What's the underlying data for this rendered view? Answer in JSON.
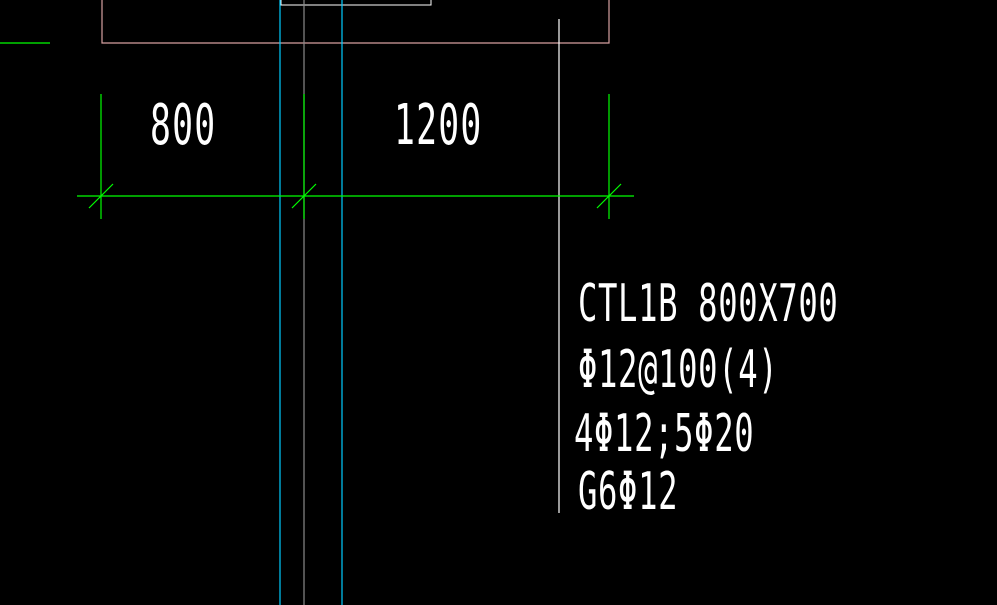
{
  "colors": {
    "background": "#000000",
    "dimension_line": "#00ff00",
    "column_line_cyan": "#00ccff",
    "column_line_gray": "#8a8a8a",
    "outline_pink": "#d6a0a0",
    "text": "#ffffff"
  },
  "dimensions": {
    "left_span": "800",
    "right_span": "1200"
  },
  "beam_annotation": {
    "line1": "CTL1B 800X700",
    "line2": "Φ12@100(4)",
    "line3": "4Φ12;5Φ20",
    "line4": "G6Φ12"
  }
}
